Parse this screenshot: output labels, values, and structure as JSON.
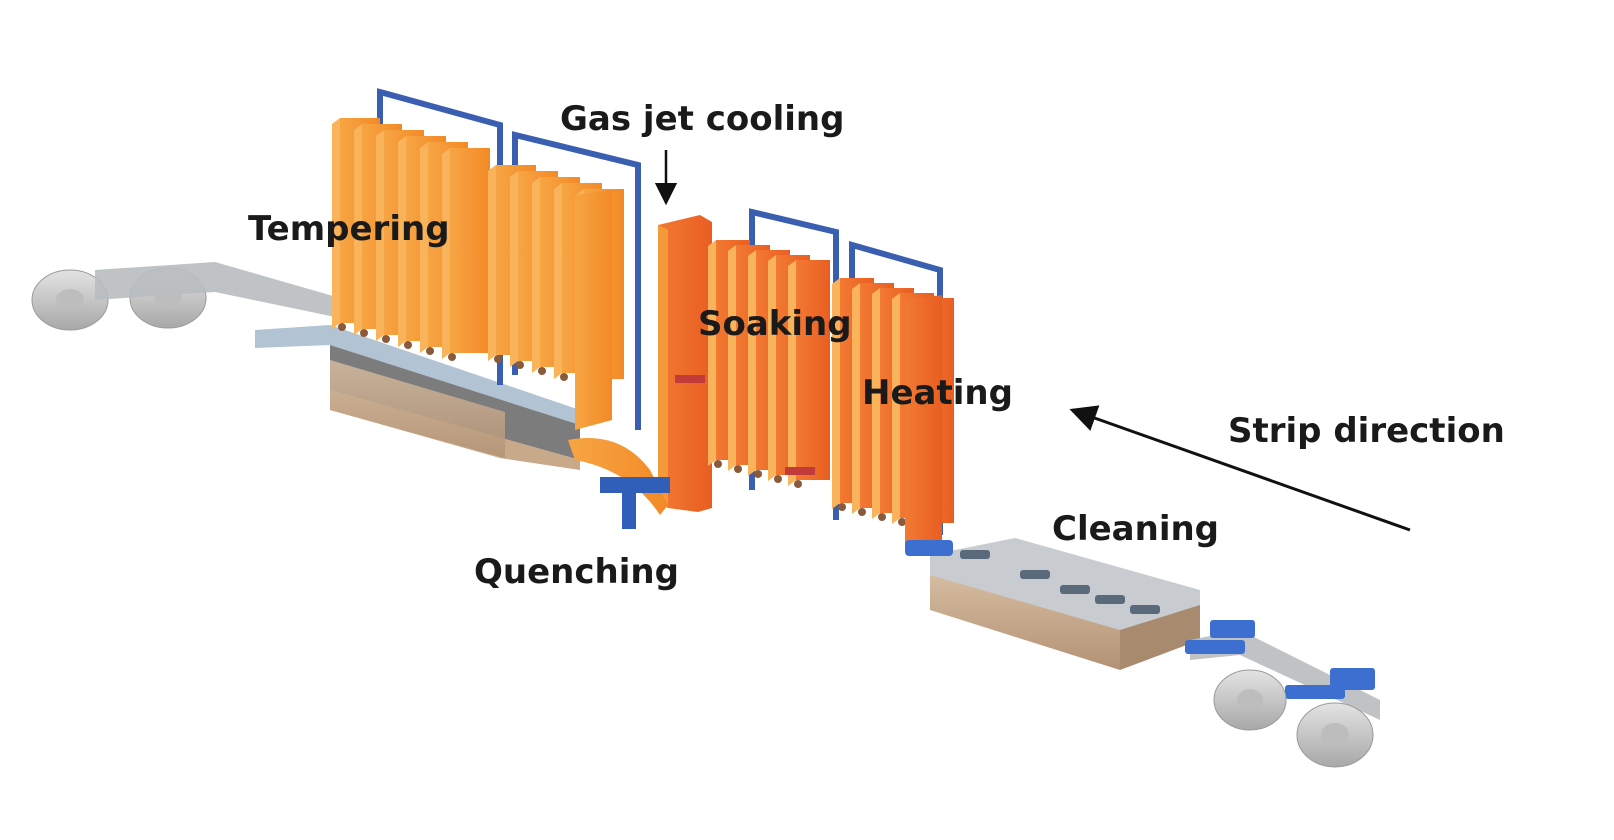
{
  "labels": {
    "tempering": "Tempering",
    "gas_jet_cooling": "Gas jet cooling",
    "soaking": "Soaking",
    "heating": "Heating",
    "quenching": "Quenching",
    "cleaning": "Cleaning",
    "strip_direction": "Strip direction"
  },
  "colors": {
    "furnace_orange": "#f5922e",
    "furnace_red_orange": "#ee6a2a",
    "frame_blue": "#3b5fb0",
    "roller_gray": "#c9c9c9",
    "strip_gray": "#b8bcc0",
    "tank_tan": "#c8aa8a",
    "accent_blue": "#3d6fd0"
  }
}
